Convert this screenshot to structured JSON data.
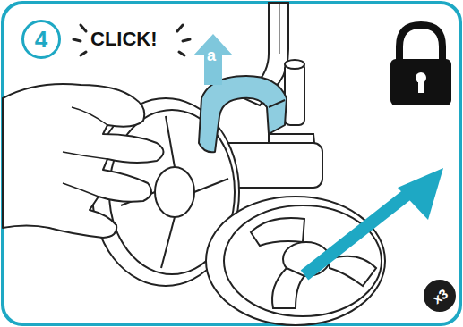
{
  "diagram": {
    "nodes": [
      {
        "text": [
          "4"
        ]
      },
      {
        "text": [
          "x3"
        ]
      }
    ],
    "labels": [
      "CLICK!",
      "a"
    ]
  }
}
